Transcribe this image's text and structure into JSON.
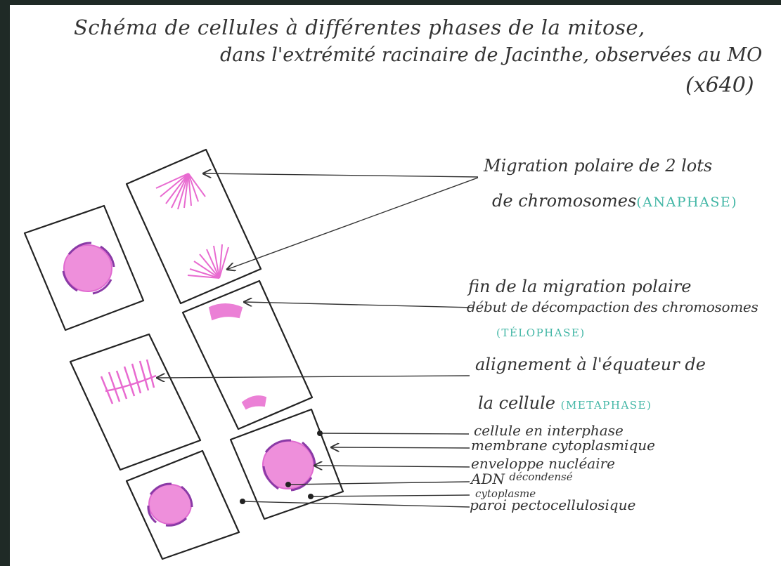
{
  "title": {
    "line1": "Schéma de cellules à différentes phases de la mitose,",
    "line2": "dans l'extrémité racinaire de Jacinthe, observées au MO",
    "line3": "(x640)"
  },
  "labels": {
    "anaphase": {
      "line1": "Migration polaire de 2 lots",
      "line2": "de chromosomes",
      "phase": "(ANAPHASE)"
    },
    "telophase": {
      "line1": "fin de la migration polaire",
      "line2": "début de décompaction des chromosomes",
      "phase": "(TÉLOPHASE)"
    },
    "metaphase": {
      "line1": "alignement à l'équateur de",
      "line2": "la cellule",
      "phase": "(METAPHASE)"
    },
    "interphase": "cellule en interphase",
    "membrane": "membrane cytoplasmique",
    "envelope": "enveloppe nucléaire",
    "adn": {
      "word": "ADN",
      "detail": "décondensé"
    },
    "cytoplasm": "cytoplasme",
    "wall": "paroi pectocellulosique"
  },
  "colors": {
    "ink": "#333333",
    "chromatin": "#e86ad0",
    "envelope": "#7a3aa8",
    "phase": "#41b6a5"
  }
}
